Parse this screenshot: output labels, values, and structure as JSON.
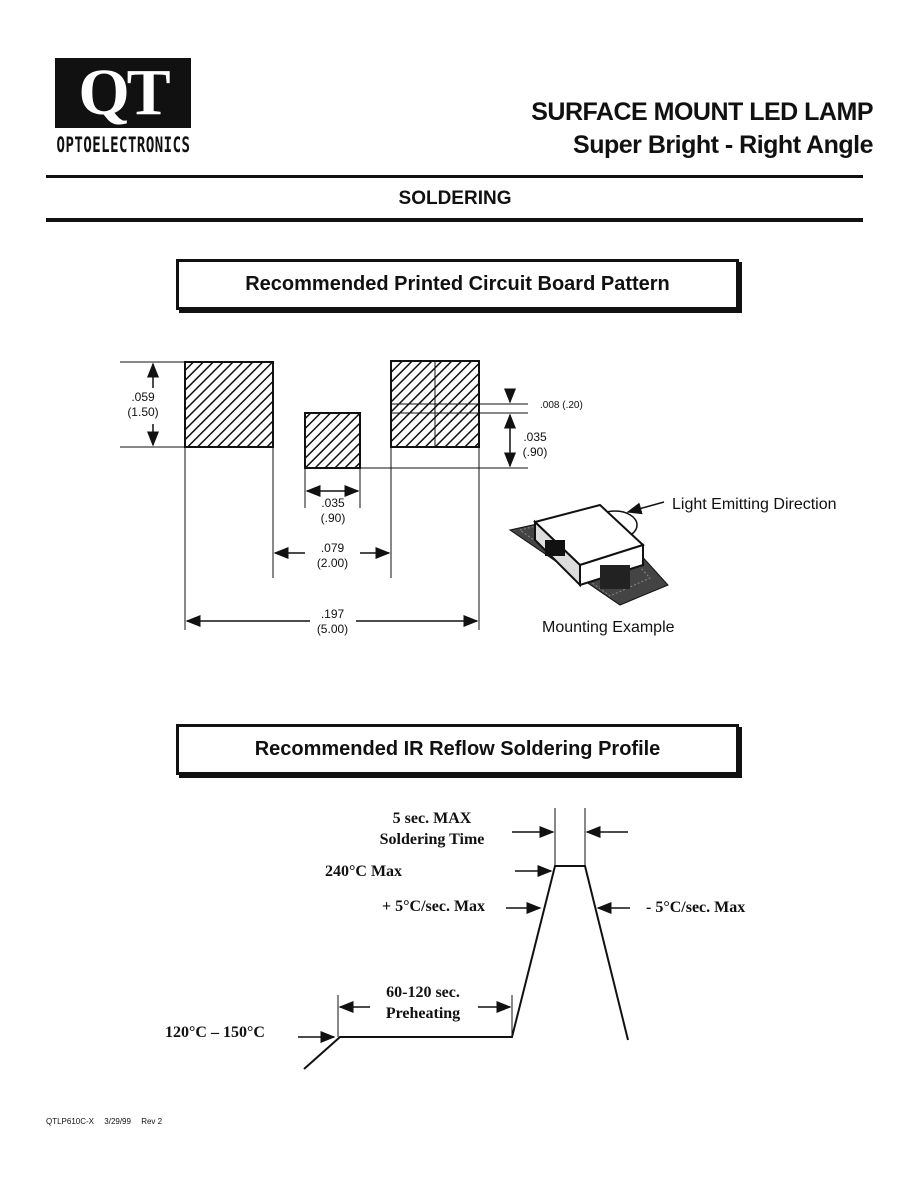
{
  "logo": {
    "mark": "QT",
    "subtitle": "OPTOELECTRONICS"
  },
  "header": {
    "title_line1": "SURFACE MOUNT LED LAMP",
    "title_line2": "Super Bright - Right Angle"
  },
  "section_title": "SOLDERING",
  "pcb_pattern": {
    "heading": "Recommended Printed Circuit Board Pattern",
    "dims": {
      "pad_height_in": ".059",
      "pad_height_mm": "(1.50)",
      "offset_in": ".008",
      "offset_mm": "(.20)",
      "small_height_in": ".035",
      "small_height_mm": "(.90)",
      "small_width_in": ".035",
      "small_width_mm": "(.90)",
      "gap_in": ".079",
      "gap_mm": "(2.00)",
      "total_in": ".197",
      "total_mm": "(5.00)"
    },
    "light_direction_label": "Light Emitting Direction",
    "mounting_label": "Mounting Example"
  },
  "ir_profile": {
    "heading": "Recommended IR Reflow Soldering Profile",
    "soldering_time_line1": "5 sec. MAX",
    "soldering_time_line2": "Soldering Time",
    "peak_temp": "240°C Max",
    "ramp_up": "+ 5°C/sec. Max",
    "ramp_down": "- 5°C/sec. Max",
    "preheat_line1": "60-120 sec.",
    "preheat_line2": "Preheating",
    "preheat_temp": "120°C – 150°C"
  },
  "footer": {
    "part": "QTLP610C-X",
    "date": "3/29/99",
    "rev": "Rev 2"
  }
}
